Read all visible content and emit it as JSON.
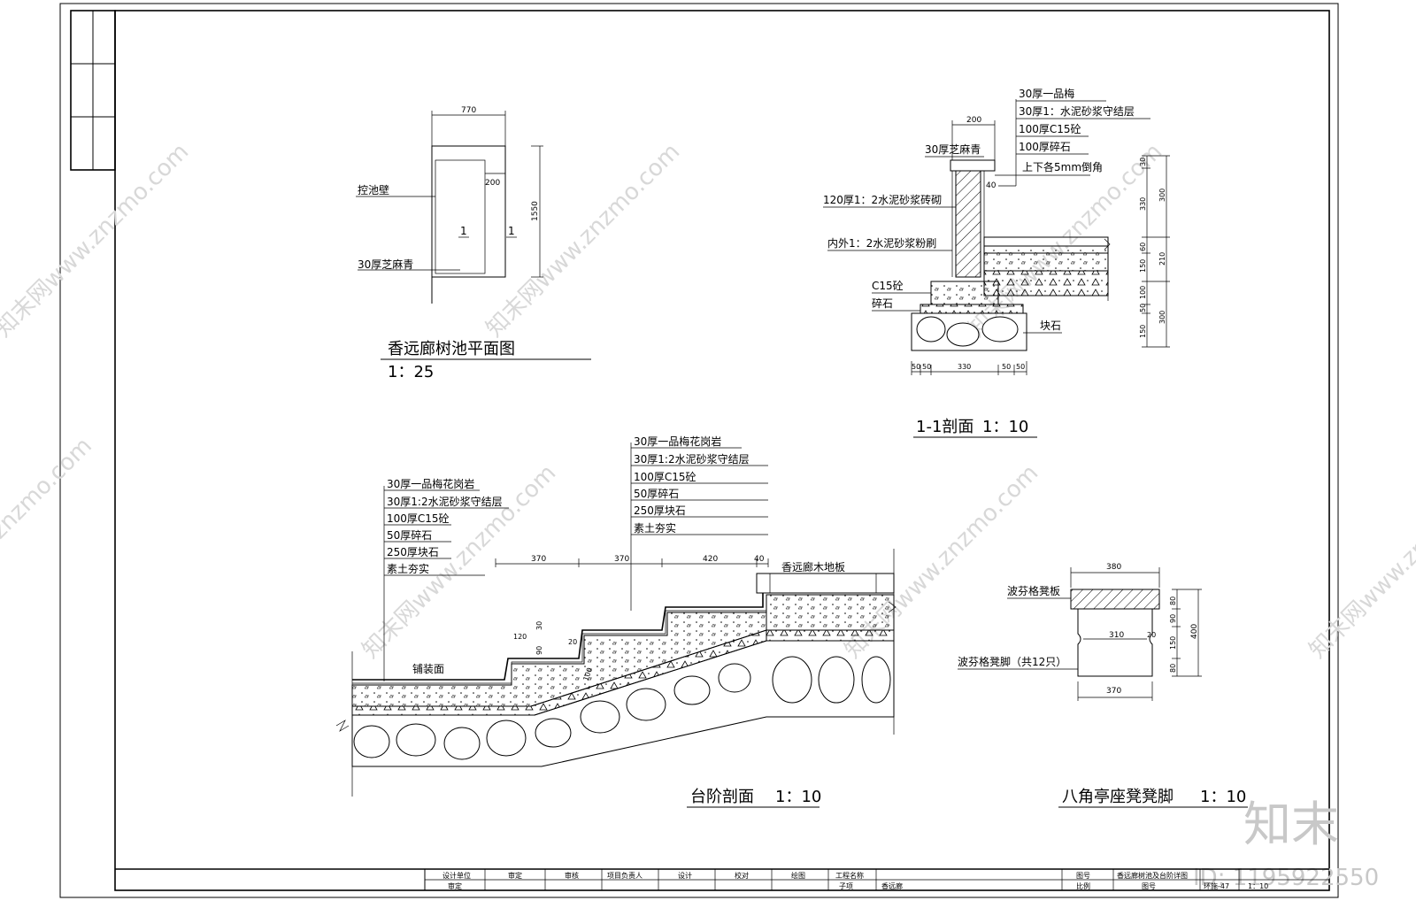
{
  "watermark": {
    "brand": "znzmo.com",
    "site": "知末网www.znzmo.com",
    "logo": "知末",
    "id": "ID: 1195922550"
  },
  "plan": {
    "title": "香远廊树池平面图",
    "scale": "1：25",
    "dim_width": "770",
    "dim_inner": "200",
    "dim_height": "1550",
    "label_wall": "控池壁",
    "label_sesame": "30厚芝麻青",
    "marker_left": "1",
    "marker_right": "1"
  },
  "section11": {
    "title": "1-1剖面",
    "scale": "1：10",
    "dim_top": "200",
    "layers": [
      "30厚一品梅",
      "30厚1：水泥砂浆守结层",
      "100厚C15砼",
      "100厚碎石",
      "上下各5mm倒角"
    ],
    "label_sesame_top": "30厚芝麻青",
    "label_brick": "120厚1：2水泥砂浆砖砌",
    "label_plaster": "内外1：2水泥砂浆粉刷",
    "label_c15": "C15砼",
    "label_gravel": "碎石",
    "label_block": "块石",
    "dim_r1": "30",
    "dim_r2": "330",
    "dim_r3": "60",
    "dim_r4": "150",
    "dim_r5": "210",
    "dim_r6": "100",
    "dim_r7": "50",
    "dim_r8": "150",
    "dim_r9": "300",
    "dim_r10": "300",
    "dim_side": "40",
    "dim_b1": "50",
    "dim_b2": "50",
    "dim_b3": "330",
    "dim_b4": "50",
    "dim_b5": "50"
  },
  "steps": {
    "title": "台阶剖面",
    "scale": "1：10",
    "layers_left": [
      "30厚一品梅花岗岩",
      "30厚1:2水泥砂浆守结层",
      "100厚C15砼",
      "50厚碎石",
      "250厚块石",
      "素土夯实"
    ],
    "layers_right": [
      "30厚一品梅花岗岩",
      "30厚1:2水泥砂浆守结层",
      "100厚C15砼",
      "50厚碎石",
      "250厚块石",
      "素土夯实"
    ],
    "dim_a": "370",
    "dim_b": "370",
    "dim_c": "420",
    "dim_d": "40",
    "label_wood": "香远廊木地板",
    "label_paving": "铺装面",
    "dim_s1": "120",
    "dim_s2": "20",
    "dim_s3": "30",
    "dim_s4": "90",
    "dim_s5": "100"
  },
  "bench": {
    "title": "八角亭座凳凳脚",
    "scale": "1：10",
    "dim_top": "380",
    "dim_mid": "310",
    "dim_bottom": "370",
    "label_board": "波芬格凳板",
    "label_leg": "波芬格凳脚（共12只）",
    "dim_v1": "80",
    "dim_v2": "90",
    "dim_v3": "150",
    "dim_v4": "80",
    "dim_total": "400",
    "dim_side": "20"
  },
  "titleblock": {
    "c1a": "设计单位",
    "c1b": "审定",
    "c2a": "审定",
    "c3a": "审核",
    "c4a": "项目负责人",
    "c5a": "设计",
    "c6a": "校对",
    "c7a": "绘图",
    "c8a": "工程名称",
    "c8b": "子项",
    "c9b": "香远廊",
    "c10a": "图号",
    "c10b": "比例",
    "c11a": "香远廊树池及台阶详图",
    "c11b": "图号",
    "c12b": "环施-47",
    "c13b": "1：10"
  }
}
